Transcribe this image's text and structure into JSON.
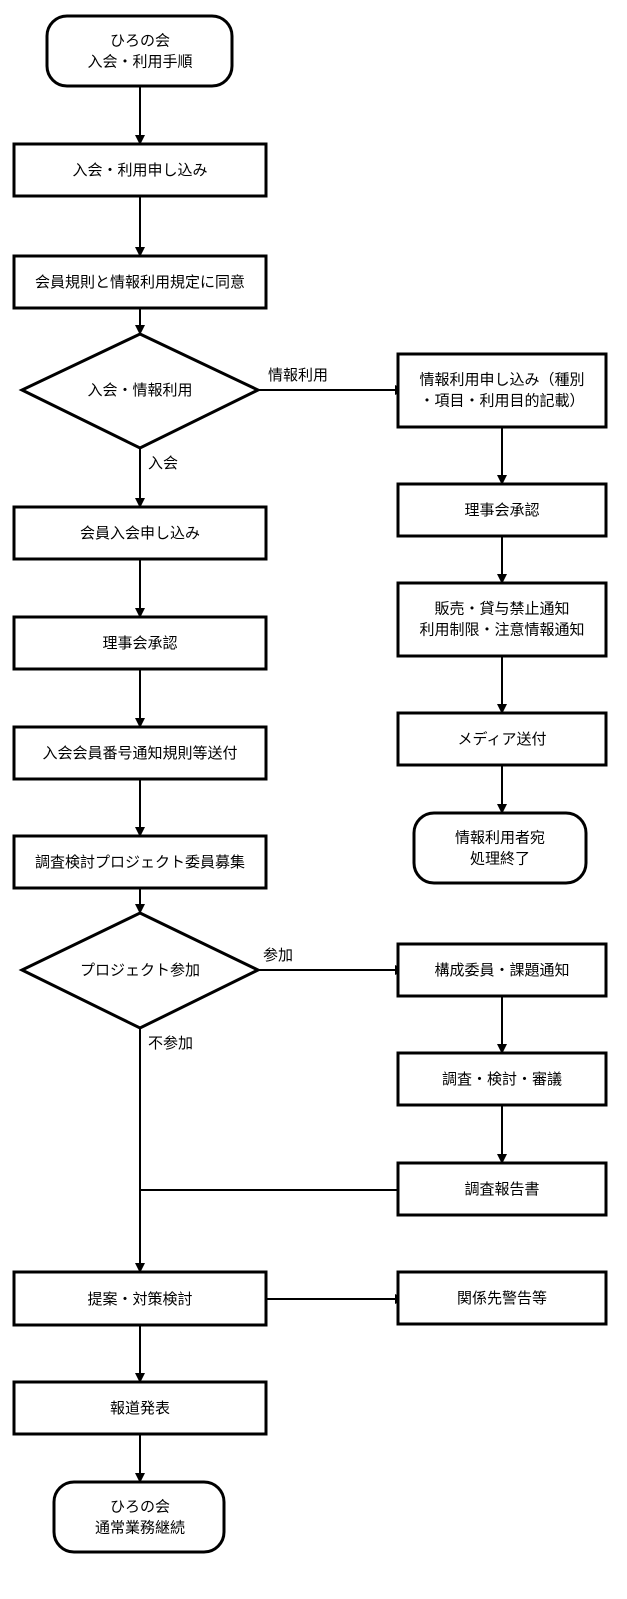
{
  "nodes": {
    "start": [
      "ひろの会",
      "入会・利用手順"
    ],
    "apply": [
      "入会・利用申し込み"
    ],
    "agree": [
      "会員規則と情報利用規定に同意"
    ],
    "branch1": [
      "入会・情報利用"
    ],
    "info_apply": [
      "情報利用申し込み（種別",
      "・項目・利用目的記載）"
    ],
    "info_approve": [
      "理事会承認"
    ],
    "info_notice": [
      "販売・貸与禁止通知",
      "利用制限・注意情報通知"
    ],
    "media": [
      "メディア送付"
    ],
    "info_end": [
      "情報利用者宛",
      "処理終了"
    ],
    "member_apply": [
      "会員入会申し込み"
    ],
    "member_approve": [
      "理事会承認"
    ],
    "member_number": [
      "入会会員番号通知規則等送付"
    ],
    "recruit": [
      "調査検討プロジェクト委員募集"
    ],
    "branch2": [
      "プロジェクト参加"
    ],
    "committee": [
      "構成委員・課題通知"
    ],
    "survey": [
      "調査・検討・審議"
    ],
    "report": [
      "調査報告書"
    ],
    "proposal": [
      "提案・対策検討"
    ],
    "warning": [
      "関係先警告等"
    ],
    "press": [
      "報道発表"
    ],
    "end": [
      "ひろの会",
      "通常業務継続"
    ]
  },
  "edges": {
    "info": "情報利用",
    "join": "入会",
    "participate": "参加",
    "not_participate": "不参加"
  }
}
